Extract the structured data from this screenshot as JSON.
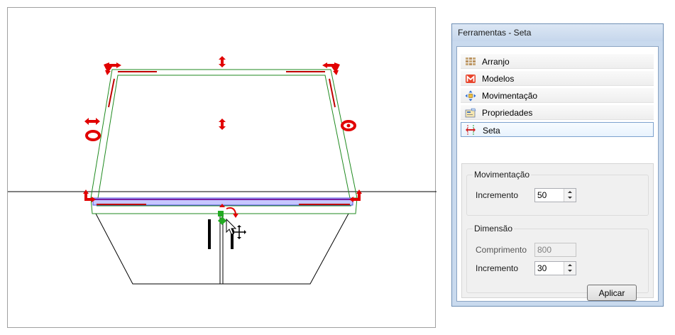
{
  "toolwindow": {
    "title": "Ferramentas - Seta",
    "nav": [
      {
        "label": "Arranjo",
        "icon": "grid-arrange-icon"
      },
      {
        "label": "Modelos",
        "icon": "m-logo-icon"
      },
      {
        "label": "Movimentação",
        "icon": "move-arrows-icon"
      },
      {
        "label": "Propriedades",
        "icon": "properties-card-icon"
      },
      {
        "label": "Seta",
        "icon": "seta-arrow-icon",
        "selected": true
      }
    ]
  },
  "movimentacao": {
    "title": "Movimentação",
    "incremento_label": "Incremento",
    "incremento_value": "50"
  },
  "dimensao": {
    "title": "Dimensão",
    "comprimento_label": "Comprimento",
    "comprimento_value": "800",
    "incremento_label": "Incremento",
    "incremento_value": "30"
  },
  "actions": {
    "apply_label": "Aplicar"
  },
  "colors": {
    "handle_red": "#e10000",
    "edge_green": "#1f8a1f",
    "selection_blue": "#8080ff",
    "highlight_purple": "#7a1fa0"
  }
}
